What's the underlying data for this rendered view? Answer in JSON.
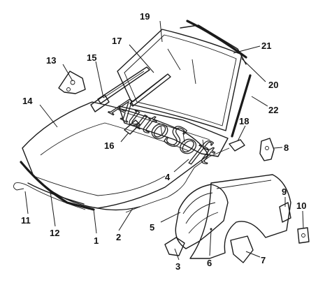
{
  "diagram": {
    "callouts": [
      {
        "id": "1",
        "label": "1"
      },
      {
        "id": "2",
        "label": "2"
      },
      {
        "id": "3",
        "label": "3"
      },
      {
        "id": "4",
        "label": "4"
      },
      {
        "id": "5",
        "label": "5"
      },
      {
        "id": "6",
        "label": "6"
      },
      {
        "id": "7",
        "label": "7"
      },
      {
        "id": "8",
        "label": "8"
      },
      {
        "id": "9",
        "label": "9"
      },
      {
        "id": "10",
        "label": "10"
      },
      {
        "id": "11",
        "label": "11"
      },
      {
        "id": "12",
        "label": "12"
      },
      {
        "id": "13",
        "label": "13"
      },
      {
        "id": "14",
        "label": "14"
      },
      {
        "id": "15",
        "label": "15"
      },
      {
        "id": "16",
        "label": "16"
      },
      {
        "id": "17",
        "label": "17"
      },
      {
        "id": "18",
        "label": "18"
      },
      {
        "id": "19",
        "label": "19"
      },
      {
        "id": "20",
        "label": "20"
      },
      {
        "id": "21",
        "label": "21"
      },
      {
        "id": "22",
        "label": "22"
      }
    ]
  },
  "watermark": {
    "text": "AutoSoft"
  }
}
